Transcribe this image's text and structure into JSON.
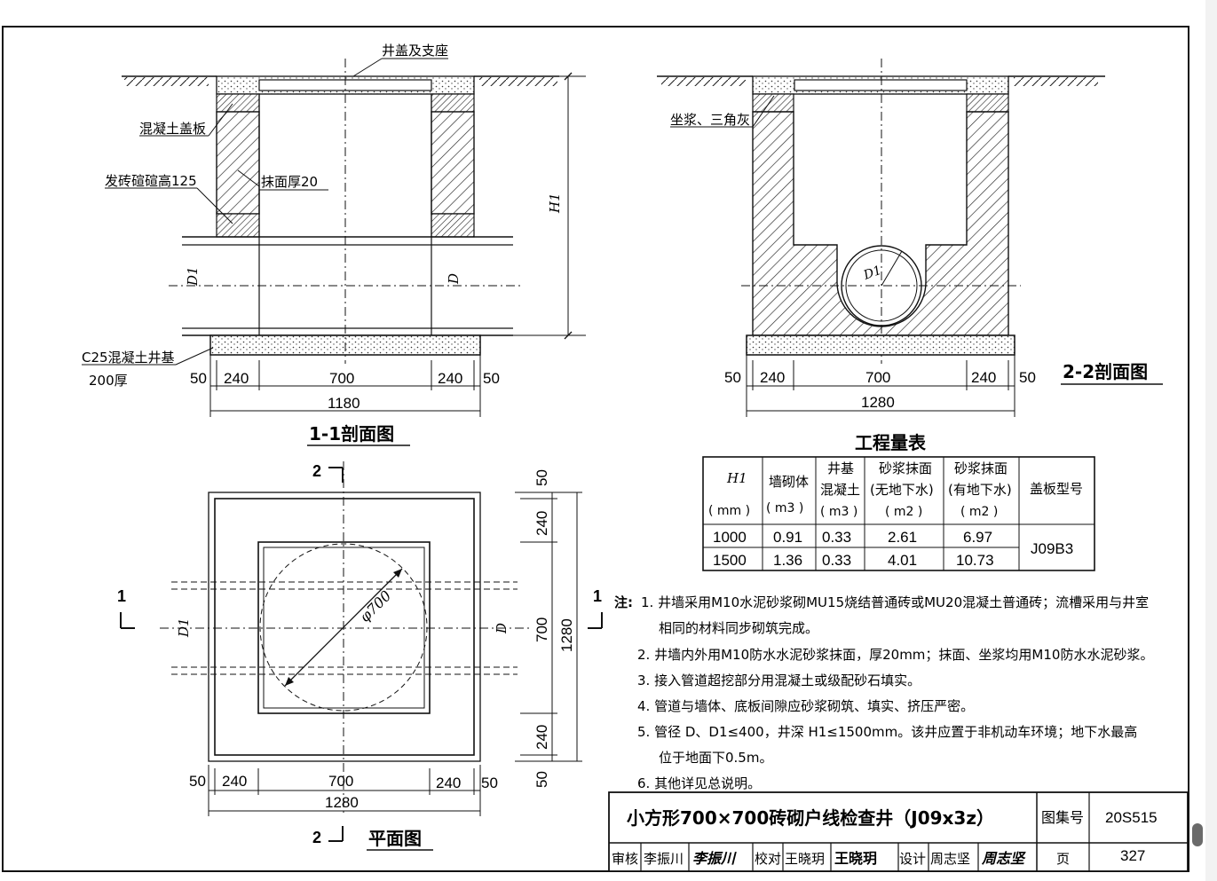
{
  "top_label": "井盖及支座",
  "sec1": {
    "title": "1-1剖面图",
    "callouts": {
      "slab": "混凝土盖板",
      "brick": "发砖碹碹高125",
      "plaster": "抹面厚20",
      "base1": "C25混凝土井基",
      "base2": "200厚"
    },
    "dims": {
      "d50a": "50",
      "d240a": "240",
      "d700": "700",
      "d240b": "240",
      "d50b": "50",
      "total": "1180"
    },
    "labels": {
      "d1": "D1",
      "d": "D",
      "h1": "H1"
    }
  },
  "sec2": {
    "title": "2-2剖面图",
    "callouts": {
      "mortar": "坐浆、三角灰"
    },
    "dims": {
      "d50a": "50",
      "d240a": "240",
      "d700": "700",
      "d240b": "240",
      "d50b": "50",
      "total": "1280"
    },
    "labels": {
      "d1": "D1"
    }
  },
  "plan": {
    "title": "平面图",
    "cut2_top": "2",
    "cut2_bot": "2",
    "cut1_left": "1",
    "cut1_right": "1",
    "diameter": "φ700",
    "dims": {
      "d50a": "50",
      "d240a": "240",
      "d700": "700",
      "d240b": "240",
      "d50b": "50",
      "total": "1280",
      "v50a": "50",
      "v240a": "240",
      "v700": "700",
      "v240b": "240",
      "v50b": "50",
      "vtotal": "1280"
    },
    "labels": {
      "d1": "D1",
      "d": "D"
    }
  },
  "table": {
    "title": "工程量表",
    "headers": {
      "h1": "H1",
      "h1_unit": "( mm )",
      "wall": "墙砌体",
      "wall_unit": "( m3 )",
      "base": "井基",
      "base2": "混凝土",
      "base_unit": "( m3 )",
      "dry": "砂浆抹面",
      "dry2": "(无地下水)",
      "dry_unit": "( m2 )",
      "wet": "砂浆抹面",
      "wet2": "(有地下水)",
      "wet_unit": "( m2 )",
      "cover": "盖板型号"
    },
    "rows": [
      {
        "h1": "1000",
        "wall": "0.91",
        "base": "0.33",
        "dry": "2.61",
        "wet": "6.97"
      },
      {
        "h1": "1500",
        "wall": "1.36",
        "base": "0.33",
        "dry": "4.01",
        "wet": "10.73"
      }
    ],
    "cover_value": "J09B3"
  },
  "notes": {
    "prefix": "注:",
    "items": [
      "1.  井墙采用M10水泥砂浆砌MU15烧结普通砖或MU20混凝土普通砖；流槽采用与井室",
      "相同的材料同步砌筑完成。",
      "2.  井墙内外用M10防水水泥砂浆抹面，厚20mm；抹面、坐浆均用M10防水水泥砂浆。",
      "3.  接入管道超挖部分用混凝土或级配砂石填实。",
      "4.  管道与墙体、底板间隙应砂浆砌筑、填实、挤压严密。",
      "5.  管径 D、D1≤400，井深 H1≤1500mm。该井应置于非机动车环境；地下水最高",
      "位于地面下0.5m。",
      "6.  其他详见总说明。"
    ]
  },
  "titleblock": {
    "title": "小方形700×700砖砌户线检查井（J09x3z）",
    "atlas_label": "图集号",
    "atlas_value": "20S515",
    "review": "审核",
    "reviewer": "李振川",
    "reviewer_sig": "李振川",
    "check": "校对",
    "checker": "王晓玥",
    "checker_sig": "王晓玥",
    "design": "设计",
    "designer": "周志坚",
    "designer_sig": "周志坚",
    "page_label": "页",
    "page_value": "327"
  }
}
